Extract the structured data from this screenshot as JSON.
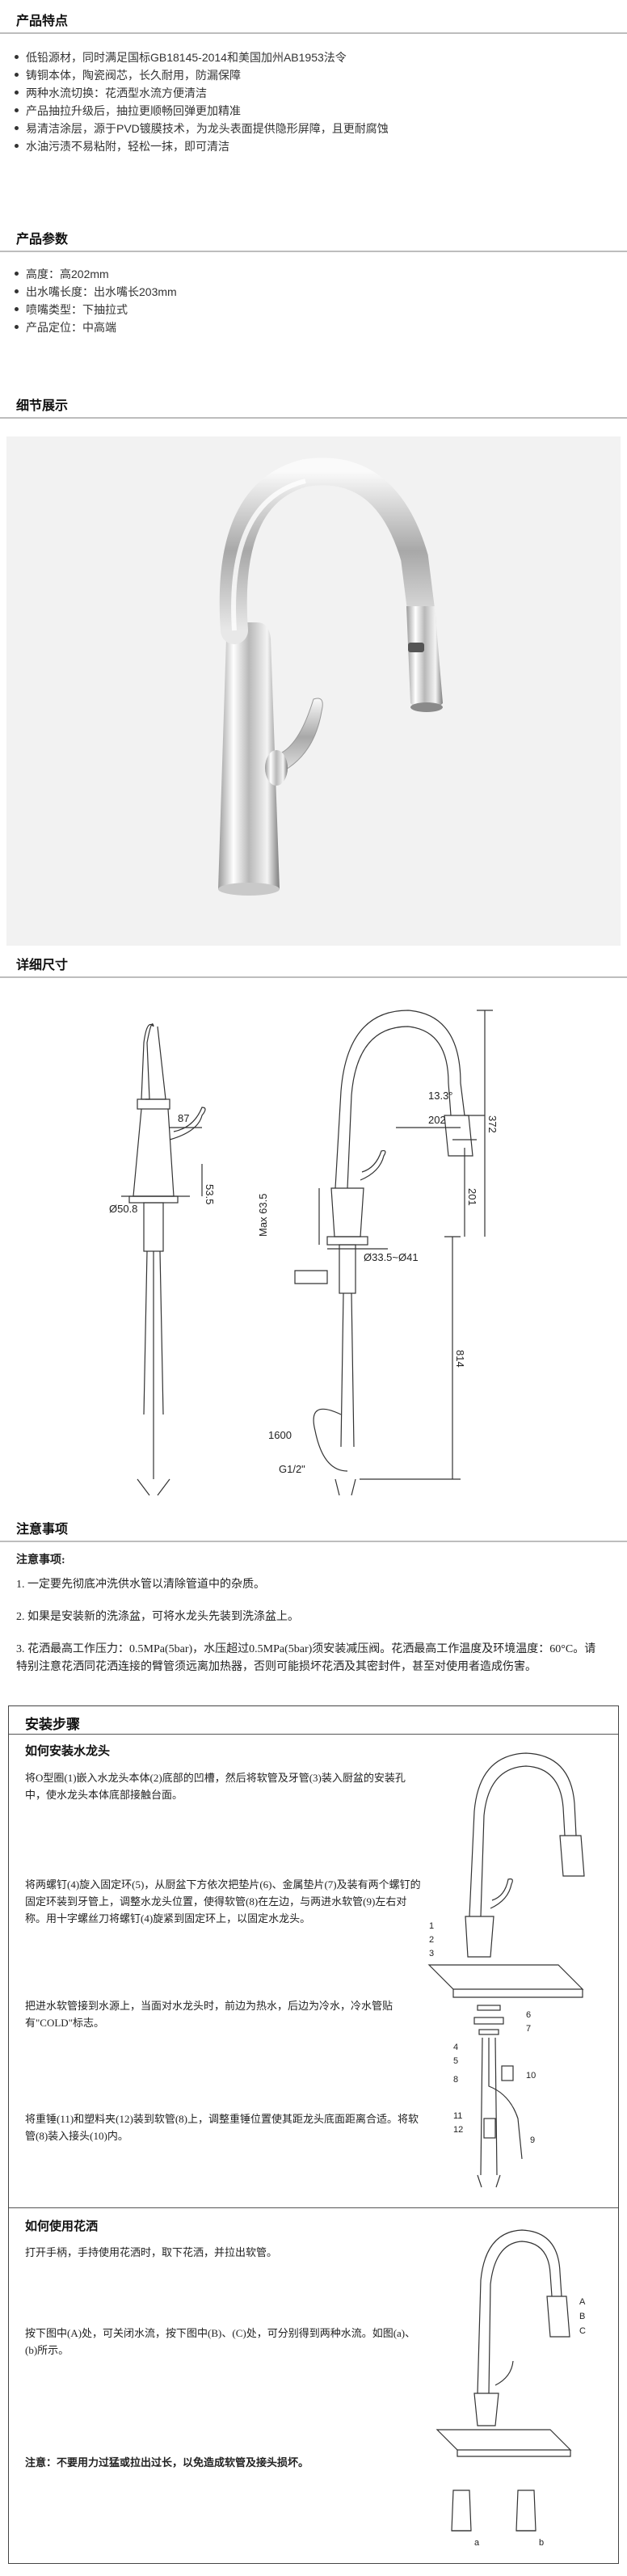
{
  "features": {
    "title": "产品特点",
    "items": [
      "低铅源材，同时满足国标GB18145-2014和美国加州AB1953法令",
      "铸铜本体，陶瓷阀芯，长久耐用，防漏保障",
      "两种水流切换：花洒型水流方便清洁",
      "产品抽拉升级后，抽拉更顺畅回弹更加精准",
      "易清洁涂层，源于PVD镀膜技术，为龙头表面提供隐形屏障，且更耐腐蚀",
      "水油污渍不易粘附，轻松一抹，即可清洁"
    ]
  },
  "params": {
    "title": "产品参数",
    "items": [
      "高度：高202mm",
      "出水嘴长度：出水嘴长203mm",
      "喷嘴类型：下抽拉式",
      "产品定位：中高端"
    ]
  },
  "detail": {
    "title": "细节展示"
  },
  "dimensions": {
    "title": "详细尺寸",
    "labels": {
      "d87": "87",
      "d50": "Ø50.8",
      "d53": "53.5",
      "d202": "202",
      "d13": "13.3°",
      "d372": "372",
      "d201": "201",
      "dmax": "Max 63.5",
      "dhole": "Ø33.5~Ø41",
      "d814": "814",
      "d1600": "1600",
      "dg12": "G1/2\""
    }
  },
  "notes": {
    "title": "注意事项",
    "heading": "注意事项:",
    "items": [
      "1. 一定要先彻底冲洗供水管以清除管道中的杂质。",
      "2. 如果是安装新的洗涤盆，可将水龙头先装到洗涤盆上。",
      "3. 花洒最高工作压力：0.5MPa(5bar)，水压超过0.5MPa(5bar)须安装减压阀。花洒最高工作温度及环境温度：60°C。请特别注意花洒同花洒连接的臂管须远离加热器，否则可能损坏花洒及其密封件，甚至对使用者造成伤害。"
    ]
  },
  "install": {
    "title": "安装步骤",
    "sub1": "如何安装水龙头",
    "p1": "将O型圈(1)嵌入水龙头本体(2)底部的凹槽，然后将软管及牙管(3)装入厨盆的安装孔中，使水龙头本体底部接触台面。",
    "p2": "将两螺钉(4)旋入固定环(5)，从厨盆下方依次把垫片(6)、金属垫片(7)及装有两个螺钉的固定环装到牙管上，调整水龙头位置，使得软管(8)在左边，与两进水软管(9)左右对称。用十字螺丝刀将螺钉(4)旋紧到固定环上，以固定水龙头。",
    "p3": "把进水软管接到水源上，当面对水龙头时，前边为热水，后边为冷水，冷水管贴有\"COLD\"标志。",
    "p4": "将重锤(11)和塑料夹(12)装到软管(8)上，调整重锤位置使其距龙头底面距离合适。将软管(8)装入接头(10)内。",
    "sub2": "如何使用花洒",
    "p5": "打开手柄，手持使用花洒时，取下花洒，并拉出软管。",
    "p6": "按下图中(A)处，可关闭水流，按下图中(B)、(C)处，可分别得到两种水流。如图(a)、(b)所示。",
    "p7": "注意：不要用力过猛或拉出过长，以免造成软管及接头损坏。",
    "callouts": [
      "1",
      "2",
      "3",
      "4",
      "5",
      "6",
      "7",
      "8",
      "9",
      "10",
      "11",
      "12"
    ],
    "callouts2": [
      "A",
      "B",
      "C",
      "a",
      "b"
    ]
  }
}
